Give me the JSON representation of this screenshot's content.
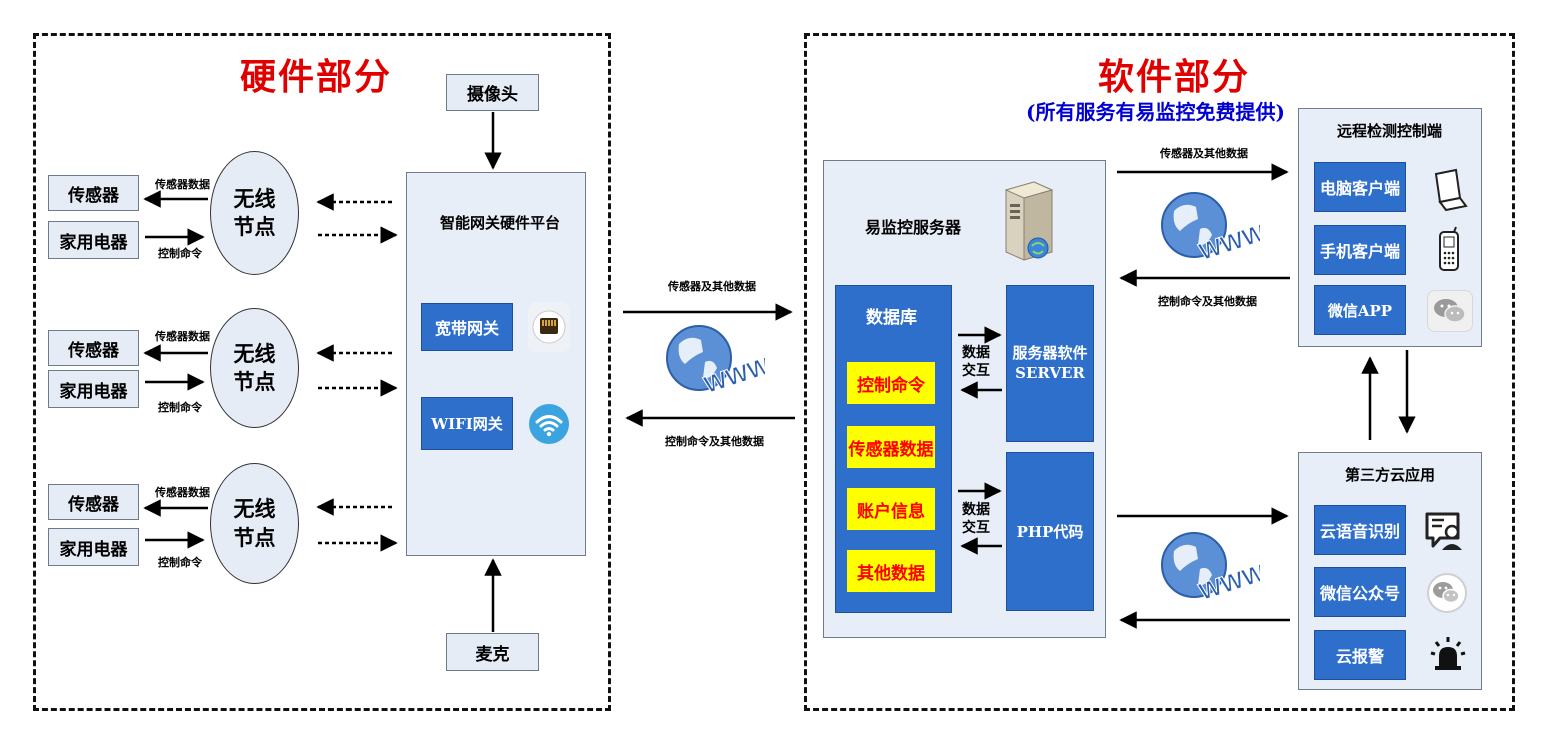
{
  "hardware": {
    "title": "硬件部分",
    "camera": "摄像头",
    "mic": "麦克",
    "platform_title": "智能网关硬件平台",
    "broadband_gateway": "宽带网关",
    "wifi_gateway": "WIFI网关",
    "groups": [
      {
        "sensor": "传感器",
        "appliance": "家用电器",
        "node_line1": "无线",
        "node_line2": "节点",
        "data_label": "传感器数据",
        "cmd_label": "控制命令"
      },
      {
        "sensor": "传感器",
        "appliance": "家用电器",
        "node_line1": "无线",
        "node_line2": "节点",
        "data_label": "传感器数据",
        "cmd_label": "控制命令"
      },
      {
        "sensor": "传感器",
        "appliance": "家用电器",
        "node_line1": "无线",
        "node_line2": "节点",
        "data_label": "传感器数据",
        "cmd_label": "控制命令"
      }
    ]
  },
  "link": {
    "upstream": "传感器及其他数据",
    "downstream": "控制命令及其他数据"
  },
  "software": {
    "title": "软件部分",
    "subtitle": "(所有服务有易监控免费提供)",
    "server_title": "易监控服务器",
    "database_title": "数据库",
    "db_items": [
      "控制命令",
      "传感器数据",
      "账户信息",
      "其他数据"
    ],
    "server_software_line1": "服务器软件",
    "server_software_line2": "SERVER",
    "php_code": "PHP代码",
    "exchange_line1": "数据",
    "exchange_line2": "交互",
    "remote_upstream": "传感器及其他数据",
    "remote_downstream": "控制命令及其他数据",
    "remote": {
      "title": "远程检测控制端",
      "items": [
        "电脑客户端",
        "手机客户端",
        "微信APP"
      ]
    },
    "cloud": {
      "title": "第三方云应用",
      "items": [
        "云语音识别",
        "微信公众号",
        "云报警"
      ]
    }
  },
  "colors": {
    "title_red": "#e00000",
    "subtitle_blue": "#0000d0",
    "box_blue": "#2f6fcc",
    "highlight_yellow": "#ffff00",
    "panel_bg": "#e8eef8"
  },
  "icons": [
    "ethernet-port-icon",
    "wifi-icon",
    "server-tower-icon",
    "www-globe-icon",
    "monitor-icon",
    "mobile-phone-icon",
    "wechat-icon",
    "voice-recognition-icon",
    "alarm-siren-icon"
  ]
}
